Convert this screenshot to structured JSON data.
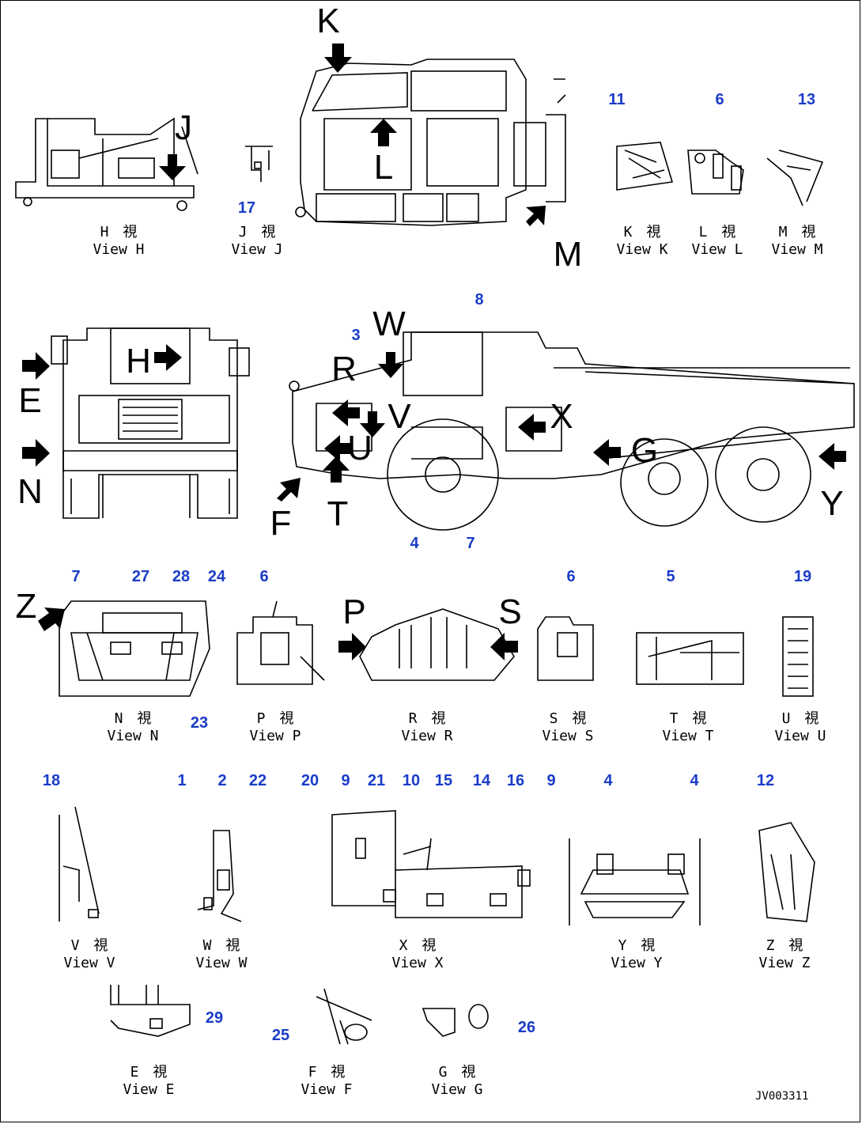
{
  "views": [
    {
      "id": "H",
      "jp": "H　視",
      "en": "View H"
    },
    {
      "id": "J",
      "jp": "J　視",
      "en": "View J"
    },
    {
      "id": "K",
      "jp": "K　視",
      "en": "View K"
    },
    {
      "id": "L",
      "jp": "L　視",
      "en": "View L"
    },
    {
      "id": "M",
      "jp": "M　視",
      "en": "View M"
    },
    {
      "id": "N",
      "jp": "N　視",
      "en": "View N"
    },
    {
      "id": "P",
      "jp": "P　視",
      "en": "View P"
    },
    {
      "id": "R",
      "jp": "R　視",
      "en": "View R"
    },
    {
      "id": "S",
      "jp": "S　視",
      "en": "View S"
    },
    {
      "id": "T",
      "jp": "T　視",
      "en": "View T"
    },
    {
      "id": "U",
      "jp": "U　視",
      "en": "View U"
    },
    {
      "id": "V",
      "jp": "V　視",
      "en": "View V"
    },
    {
      "id": "W",
      "jp": "W　視",
      "en": "View W"
    },
    {
      "id": "X",
      "jp": "X　視",
      "en": "View X"
    },
    {
      "id": "Y",
      "jp": "Y　視",
      "en": "View Y"
    },
    {
      "id": "Z",
      "jp": "Z　視",
      "en": "View Z"
    },
    {
      "id": "E",
      "jp": "E　視",
      "en": "View E"
    },
    {
      "id": "F",
      "jp": "F　視",
      "en": "View F"
    },
    {
      "id": "G",
      "jp": "G　視",
      "en": "View G"
    }
  ],
  "part_numbers": [
    "17",
    "11",
    "6",
    "13",
    "8",
    "3",
    "4",
    "7",
    "7",
    "27",
    "28",
    "24",
    "23",
    "6",
    "6",
    "5",
    "19",
    "18",
    "1",
    "2",
    "22",
    "20",
    "9",
    "21",
    "10",
    "15",
    "14",
    "16",
    "9",
    "4",
    "4",
    "12",
    "29",
    "25",
    "26"
  ],
  "view_letters": [
    "K",
    "J",
    "L",
    "M",
    "W",
    "R",
    "H",
    "E",
    "N",
    "V",
    "U",
    "X",
    "G",
    "Y",
    "F",
    "T",
    "Z",
    "P",
    "S"
  ],
  "drawing_code": "JV003311"
}
